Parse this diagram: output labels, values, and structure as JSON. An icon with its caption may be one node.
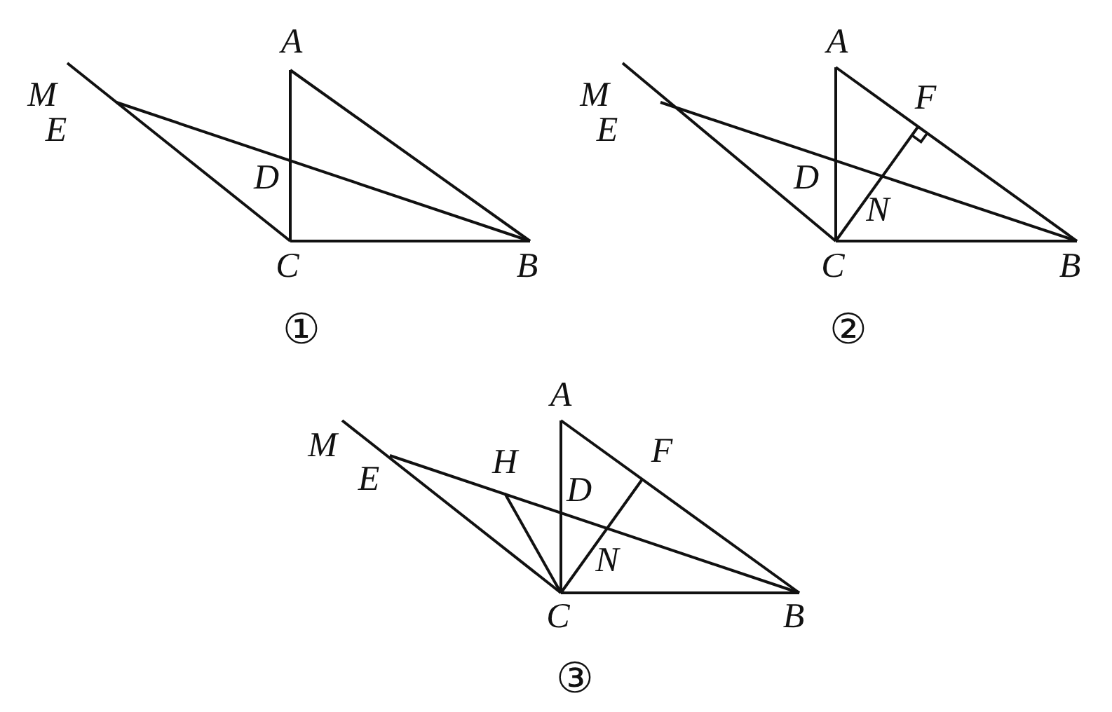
{
  "diagram": {
    "labels": [
      "A",
      "M",
      "E",
      "D",
      "C",
      "B",
      "①",
      "A",
      "F",
      "M",
      "E",
      "D",
      "N",
      "C",
      "B",
      "②",
      "A",
      "H",
      "F",
      "M",
      "E",
      "D",
      "N",
      "C",
      "B",
      "③"
    ]
  }
}
